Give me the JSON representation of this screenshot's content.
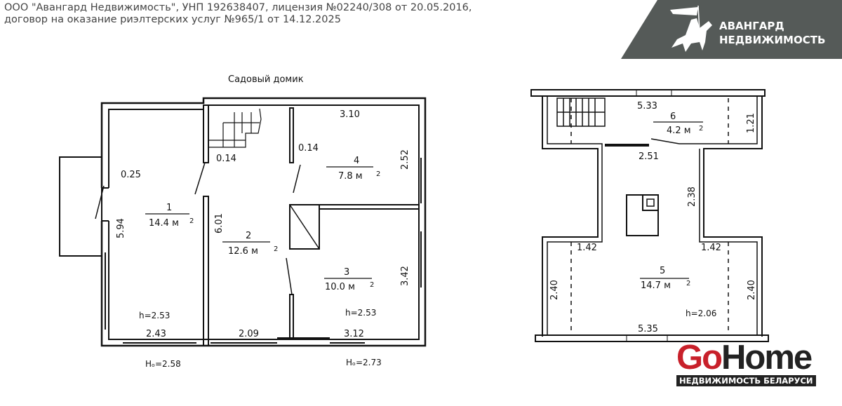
{
  "header": {
    "line1": "ООО \"Авангард Недвижимость\", УНП 192638407, лицензия №02240/308 от 20.05.2016,",
    "line2": "договор на оказание риэлтерских услуг №965/1 от 14.12.2025"
  },
  "logo": {
    "line1": "АВАНГАРД",
    "line2": "НЕДВИЖИМОСТЬ",
    "bg": "#555a58"
  },
  "gohome": {
    "go": "Go",
    "home": "Home",
    "subtitle": "НЕДВИЖИМОСТЬ БЕЛАРУСИ",
    "red": "#c8202a"
  },
  "plan1": {
    "title": "Садовый домик",
    "rooms": [
      {
        "num": "1",
        "area": "14.4 м",
        "sup": "2"
      },
      {
        "num": "2",
        "area": "12.6 м",
        "sup": "2"
      },
      {
        "num": "3",
        "area": "10.0 м",
        "sup": "2"
      },
      {
        "num": "4",
        "area": "7.8 м",
        "sup": "2"
      }
    ],
    "dims": {
      "d025": "0.25",
      "d014a": "0.14",
      "d014b": "0.14",
      "d310": "3.10",
      "d252": "2.52",
      "d594": "5.94",
      "d601": "6.01",
      "d342": "3.42",
      "d243": "2.43",
      "d209": "2.09",
      "d312": "3.12"
    },
    "heights": {
      "h1": "h=2.53",
      "h2": "h=2.53",
      "H1": "Hₒ=2.58",
      "H2": "Hₒ=2.73"
    }
  },
  "plan2": {
    "rooms": [
      {
        "num": "5",
        "area": "14.7 м",
        "sup": "2"
      },
      {
        "num": "6",
        "area": "4.2 м",
        "sup": "2"
      }
    ],
    "dims": {
      "d533": "5.33",
      "d121": "1.21",
      "d251": "2.51",
      "d238": "2.38",
      "d142a": "1.42",
      "d142b": "1.42",
      "d240a": "2.40",
      "d240b": "2.40",
      "d535": "5.35"
    },
    "height": "h=2.06"
  }
}
